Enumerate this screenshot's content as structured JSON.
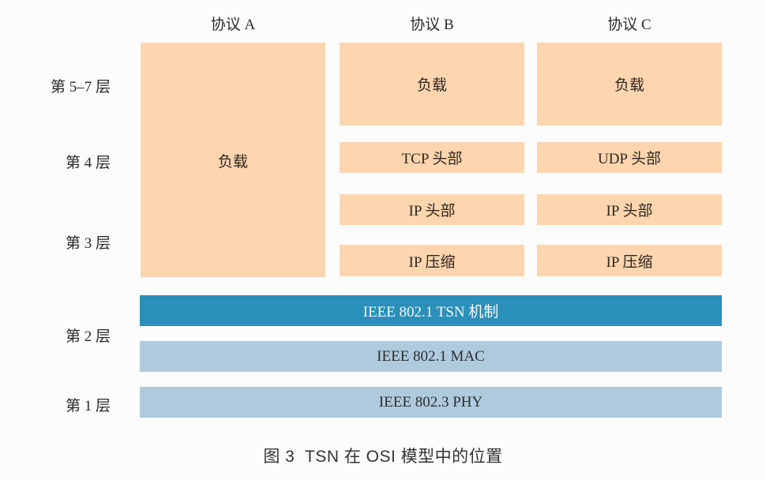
{
  "columns": [
    {
      "title": "协议 A"
    },
    {
      "title": "协议 B"
    },
    {
      "title": "协议 C"
    }
  ],
  "layers": [
    {
      "label": "第 5–7 层"
    },
    {
      "label": "第 4 层"
    },
    {
      "label": "第 3 层"
    },
    {
      "label": "第 2 层"
    },
    {
      "label": "第 1 层"
    }
  ],
  "protocol_a": {
    "payload": "负载"
  },
  "protocol_b": {
    "payload": "负载",
    "transport_header": "TCP 头部",
    "ip_header": "IP 头部",
    "ip_compression": "IP 压缩"
  },
  "protocol_c": {
    "payload": "负载",
    "transport_header": "UDP 头部",
    "ip_header": "IP 头部",
    "ip_compression": "IP 压缩"
  },
  "shared_layers": {
    "tsn": "IEEE 802.1 TSN 机制",
    "mac": "IEEE 802.1 MAC",
    "phy": "IEEE 802.3 PHY"
  },
  "colors": {
    "upper_box": "#fdd5ae",
    "tsn_bar": "#2a90b8",
    "lower_bar": "#afcadc"
  },
  "caption": "图 3  TSN 在 OSI 模型中的位置"
}
